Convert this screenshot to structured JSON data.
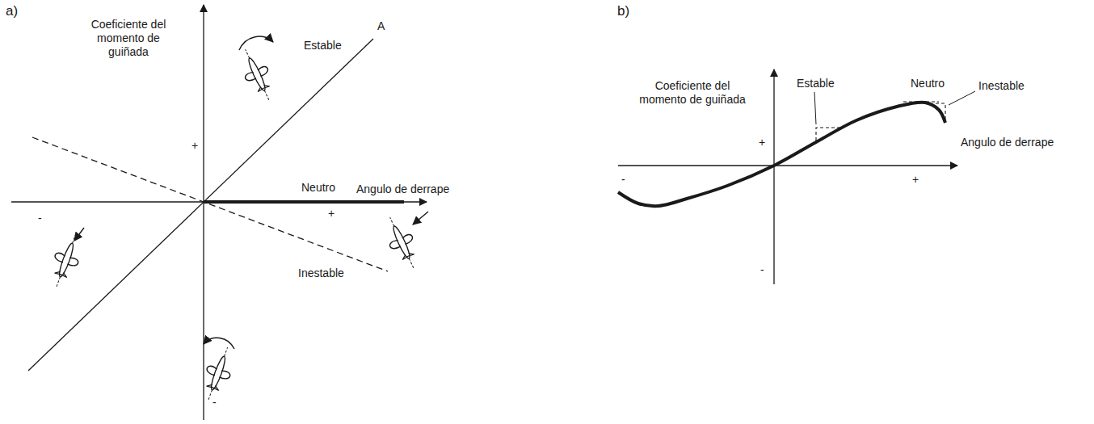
{
  "diagram": {
    "labels": [
      "a)",
      "Coeficiente del momento de guiñada",
      "+",
      "-",
      "Estable",
      "A",
      "Neutro",
      "Angulo de derrape",
      "+",
      "-",
      "Inestable",
      "b)",
      "Coeficiente del momento de guiñada",
      "+",
      "-",
      "Estable",
      "Neutro",
      "Inestable",
      "Angulo de derrape",
      "+",
      "-"
    ]
  }
}
